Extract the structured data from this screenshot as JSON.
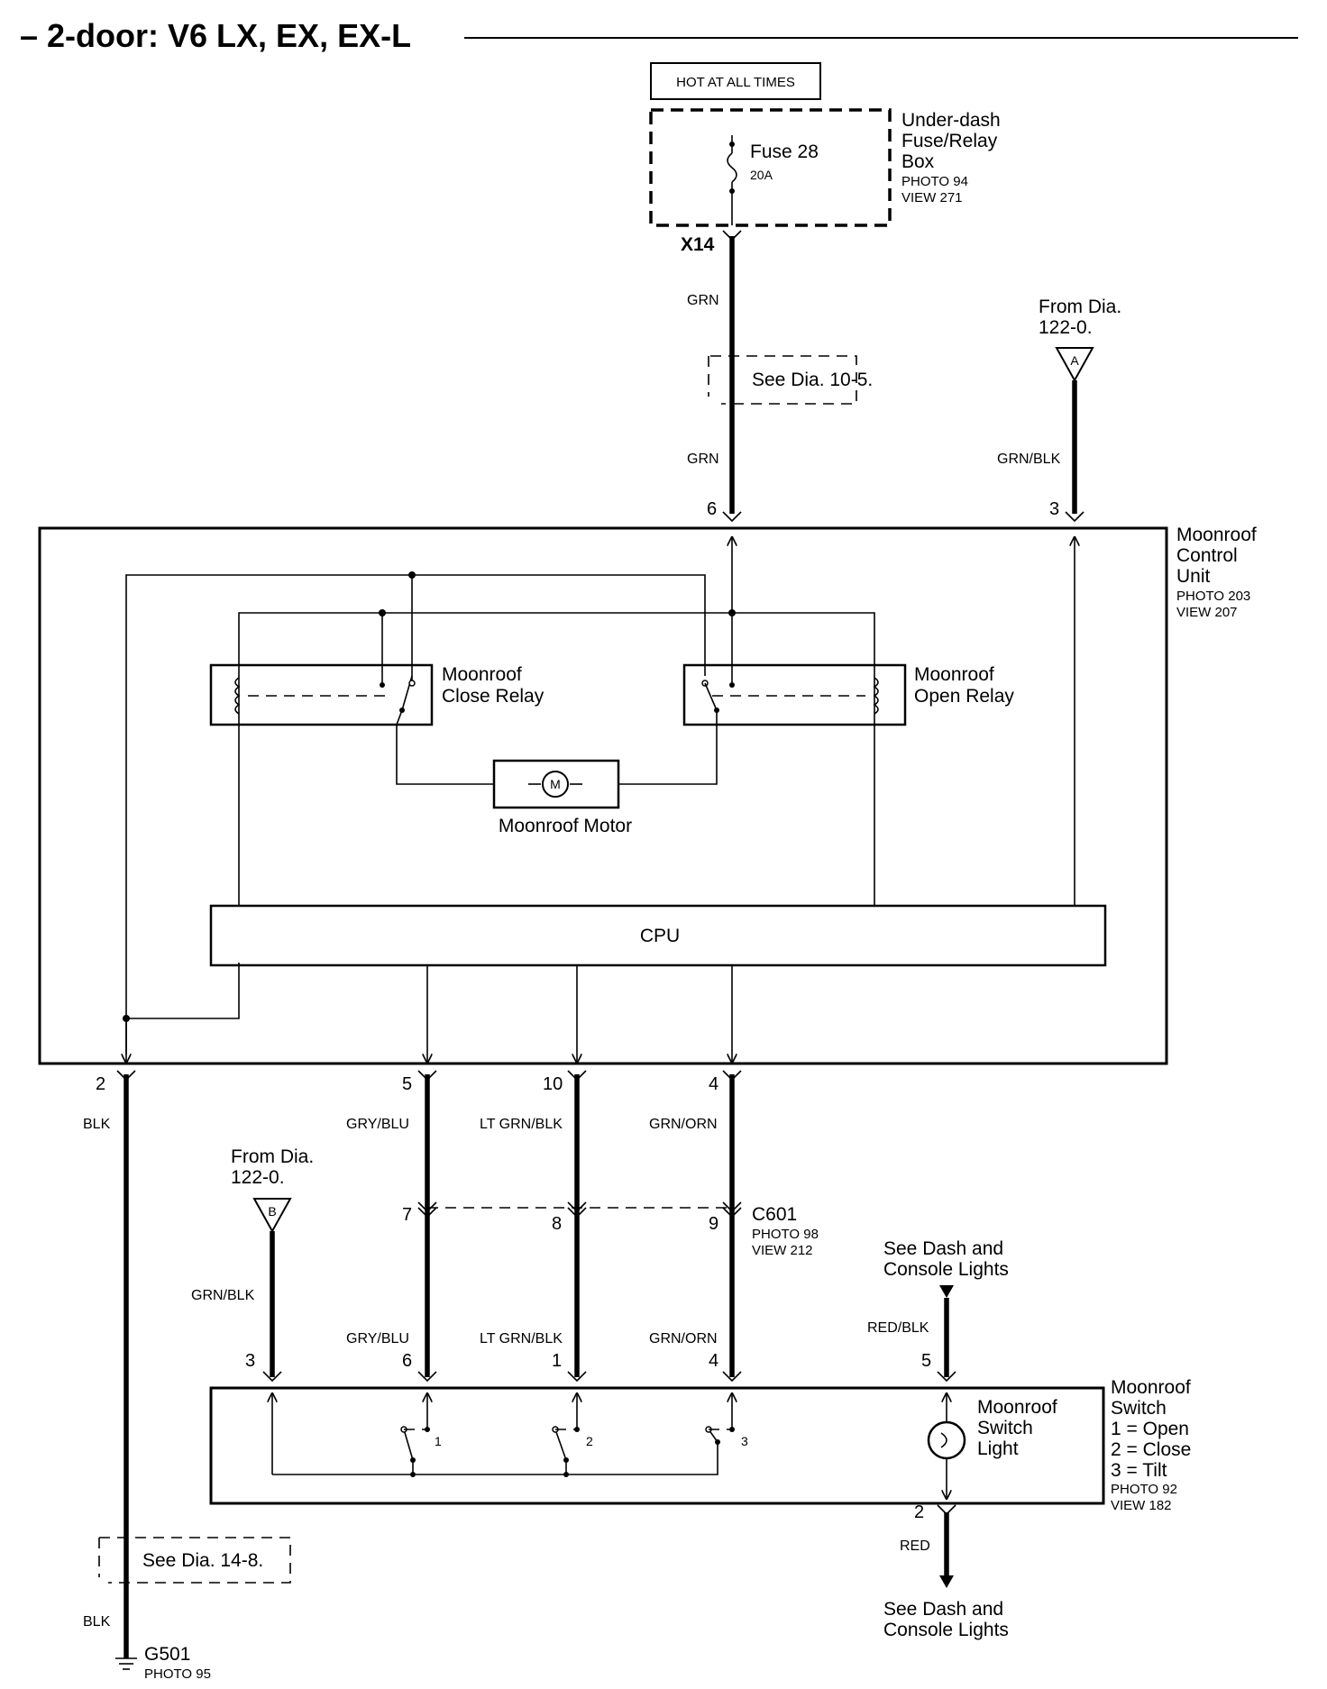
{
  "title": "– 2-door: V6 LX, EX, EX-L",
  "power": {
    "hot_label": "HOT AT ALL TIMES",
    "fuse_name": "Fuse 28",
    "fuse_rating": "20A",
    "box_name": [
      "Under-dash",
      "Fuse/Relay",
      "Box"
    ],
    "box_photo": "PHOTO 94",
    "box_view": "VIEW 271",
    "terminal": "X14"
  },
  "references": {
    "dia_10_5": "See Dia. 10-5.",
    "dia_14_8": "See Dia. 14-8.",
    "from_a": [
      "From Dia.",
      "122-0."
    ],
    "from_b": [
      "From Dia.",
      "122-0."
    ],
    "connector_a": "A",
    "connector_b": "B",
    "dash_top": [
      "See Dash and",
      "Console Lights"
    ],
    "dash_bottom": [
      "See Dash and",
      "Console Lights"
    ]
  },
  "control_unit": {
    "name": [
      "Moonroof",
      "Control",
      "Unit"
    ],
    "photo": "PHOTO 203",
    "view": "VIEW 207",
    "close_relay": [
      "Moonroof",
      "Close Relay"
    ],
    "open_relay": [
      "Moonroof",
      "Open Relay"
    ],
    "motor_symbol": "M",
    "motor_label": "Moonroof Motor",
    "cpu": "CPU"
  },
  "connector_c601": {
    "name": "C601",
    "photo": "PHOTO 98",
    "view": "VIEW 212"
  },
  "switch_unit": {
    "name": [
      "Moonroof",
      "Switch",
      "1 = Open",
      "2 = Close",
      "3 = Tilt"
    ],
    "photo": "PHOTO 92",
    "view": "VIEW 182",
    "light": [
      "Moonroof",
      "Switch",
      "Light"
    ],
    "contacts": [
      "1",
      "2",
      "3"
    ]
  },
  "ground": {
    "name": "G501",
    "photo": "PHOTO 95"
  },
  "wires": {
    "grn_upper": "GRN",
    "grn_lower": "GRN",
    "grn_blk_top": "GRN/BLK",
    "blk_upper": "BLK",
    "blk_lower": "BLK",
    "gry_blu_upper": "GRY/BLU",
    "lt_grn_blk_upper": "LT GRN/BLK",
    "grn_orn_upper": "GRN/ORN",
    "grn_blk_switch": "GRN/BLK",
    "gry_blu_lower": "GRY/BLU",
    "lt_grn_blk_lower": "LT GRN/BLK",
    "grn_orn_lower": "GRN/ORN",
    "red_blk": "RED/BLK",
    "red": "RED"
  },
  "pins": {
    "cu_6": "6",
    "cu_3": "3",
    "cu_2": "2",
    "cu_5": "5",
    "cu_10": "10",
    "cu_4": "4",
    "c601_7": "7",
    "c601_8": "8",
    "c601_9": "9",
    "sw_3": "3",
    "sw_6": "6",
    "sw_1": "1",
    "sw_4": "4",
    "sw_5": "5",
    "sw_2": "2"
  }
}
